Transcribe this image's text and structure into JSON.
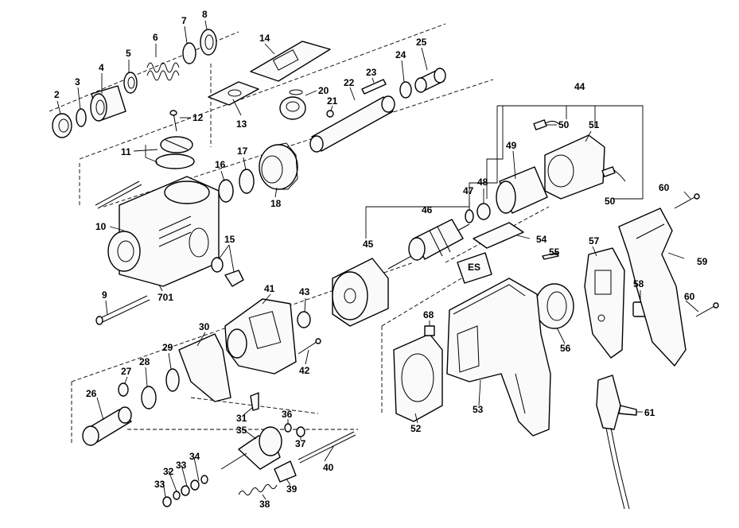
{
  "callouts": [
    "2",
    "3",
    "4",
    "5",
    "6",
    "7",
    "8",
    "14",
    "20",
    "21",
    "22",
    "23",
    "24",
    "25",
    "12",
    "11",
    "13",
    "16",
    "17",
    "18",
    "10",
    "15",
    "701",
    "9",
    "44",
    "50",
    "51",
    "49",
    "48",
    "47",
    "46",
    "45",
    "54",
    "55",
    "57",
    "58",
    "59",
    "60",
    "60b",
    "41",
    "43",
    "42",
    "30",
    "29",
    "28",
    "27",
    "26",
    "68",
    "52",
    "53",
    "56",
    "61",
    "31",
    "35",
    "36",
    "37",
    "32",
    "33",
    "34",
    "33b",
    "38",
    "39",
    "40"
  ],
  "labels": {
    "2": "2",
    "3": "3",
    "4": "4",
    "5": "5",
    "6": "6",
    "7": "7",
    "8": "8",
    "14": "14",
    "20": "20",
    "21": "21",
    "22": "22",
    "23": "23",
    "24": "24",
    "25": "25",
    "12": "12",
    "11": "11",
    "13": "13",
    "16": "16",
    "17": "17",
    "18": "18",
    "10": "10",
    "15": "15",
    "701": "701",
    "9": "9",
    "44": "44",
    "50": "50",
    "51": "51",
    "49": "49",
    "48": "48",
    "47": "47",
    "46": "46",
    "45": "45",
    "54": "54",
    "55": "55",
    "57": "57",
    "58": "58",
    "59": "59",
    "60": "60",
    "60b": "60",
    "41": "41",
    "43": "43",
    "42": "42",
    "30": "30",
    "29": "29",
    "28": "28",
    "27": "27",
    "26": "26",
    "68": "68",
    "52": "52",
    "53": "53",
    "56": "56",
    "61": "61",
    "31": "31",
    "35": "35",
    "36": "36",
    "37": "37",
    "32": "32",
    "33": "33",
    "34": "34",
    "33b": "33",
    "38": "38",
    "39": "39",
    "40": "40",
    "50b": "50"
  }
}
